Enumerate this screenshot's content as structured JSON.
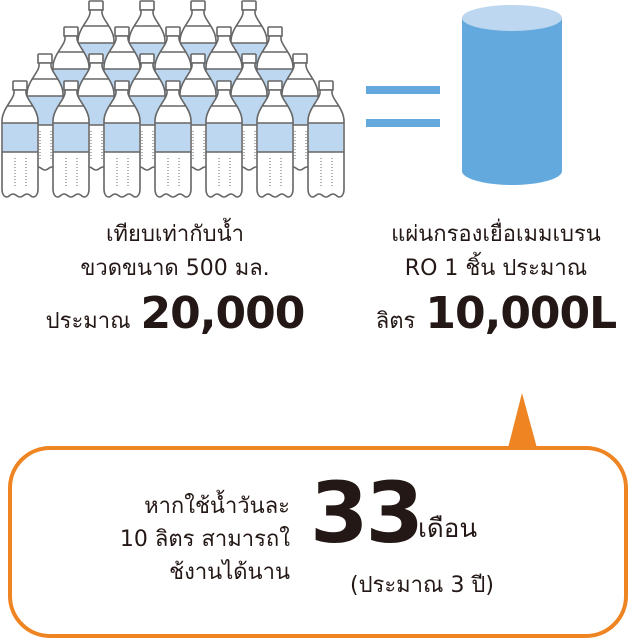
{
  "colors": {
    "bottle_outline": "#666666",
    "bottle_water": "#bcd7ef",
    "bottle_fill": "#ffffff",
    "accent_blue": "#63a9de",
    "cylinder_top": "#bcd7ef",
    "accent_orange": "#ef8422",
    "text": "#231815"
  },
  "icons": {
    "bottles": "water-bottles-icon",
    "equals": "equals-icon",
    "membrane": "ro-membrane-cylinder-icon",
    "callout": "speech-bubble-callout"
  },
  "left_caption": {
    "line1": "เทียบเท่ากับน้ำ",
    "line2": "ขวดขนาด 500 มล.",
    "prefix": "ประมาณ",
    "value": "20,000"
  },
  "right_caption": {
    "line1": "แผ่นกรองเยื่อเมมเบรน",
    "line2": "RO 1 ชิ้น ประมาณ",
    "prefix": "ลิตร",
    "value": "10,000L"
  },
  "callout": {
    "line1": "หากใช้น้ำวันละ",
    "line2": "10 ลิตร สามารถใ",
    "line3": "ช้งานได้นาน",
    "value": "33",
    "unit": "เดือน",
    "approx": "(ประมาณ 3 ปี)"
  }
}
